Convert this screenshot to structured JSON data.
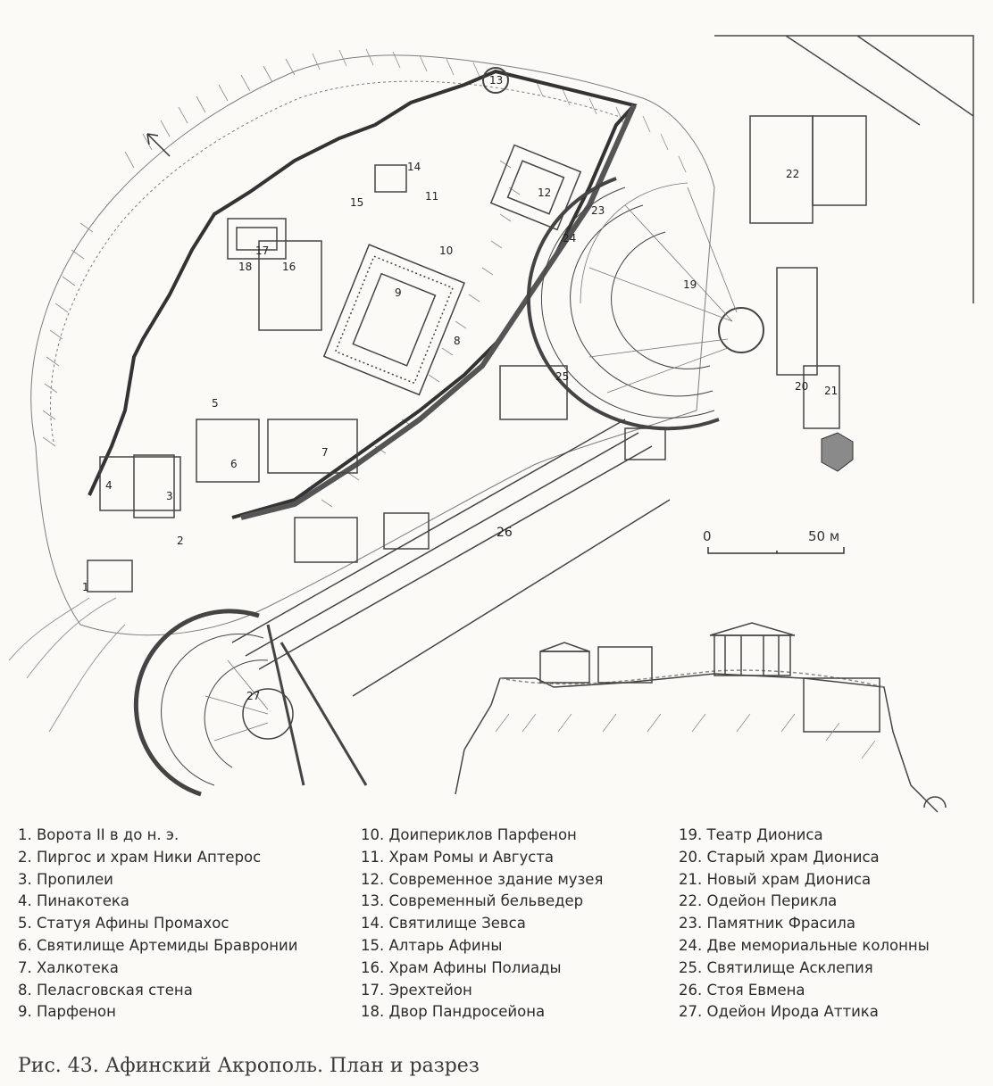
{
  "figure": {
    "caption": "Рис. 43. Афинский Акрополь. План и разрез"
  },
  "map": {
    "scale": {
      "start_label": "0",
      "end_label": "50 м"
    },
    "north_arrow_icon": "arrow-north-icon",
    "markers": [
      "1",
      "2",
      "3",
      "4",
      "5",
      "6",
      "7",
      "8",
      "9",
      "10",
      "11",
      "12",
      "13",
      "14",
      "15",
      "16",
      "17",
      "18",
      "19",
      "20",
      "21",
      "22",
      "23",
      "24",
      "25",
      "26",
      "27"
    ]
  },
  "legend": {
    "column1": [
      "1. Ворота II в до н. э.",
      "2. Пиргос и храм Ники Аптерос",
      "3. Пропилеи",
      "4. Пинакотека",
      "5. Статуя Афины Промахос",
      "6. Святилище Артемиды Бравронии",
      "7. Халкотека",
      "8. Пеласговская стена",
      "9. Парфенон"
    ],
    "column2": [
      "10. Доипериклов Парфенон",
      "11. Храм Ромы и Августа",
      "12. Современное здание музея",
      "13. Современный бельведер",
      "14. Святилище Зевса",
      "15. Алтарь Афины",
      "16. Храм Афины Полиады",
      "17. Эрехтейон",
      "18. Двор Пандросейона"
    ],
    "column3": [
      "19. Театр Диониса",
      "20. Старый храм Диониса",
      "21. Новый храм Диониса",
      "22. Одейон Перикла",
      "23. Памятник Фрасила",
      "24. Две мемориальные колонны",
      "25. Святилище Асклепия",
      "26. Стоя Евмена",
      "27. Одейон Ирода Аттика"
    ]
  }
}
